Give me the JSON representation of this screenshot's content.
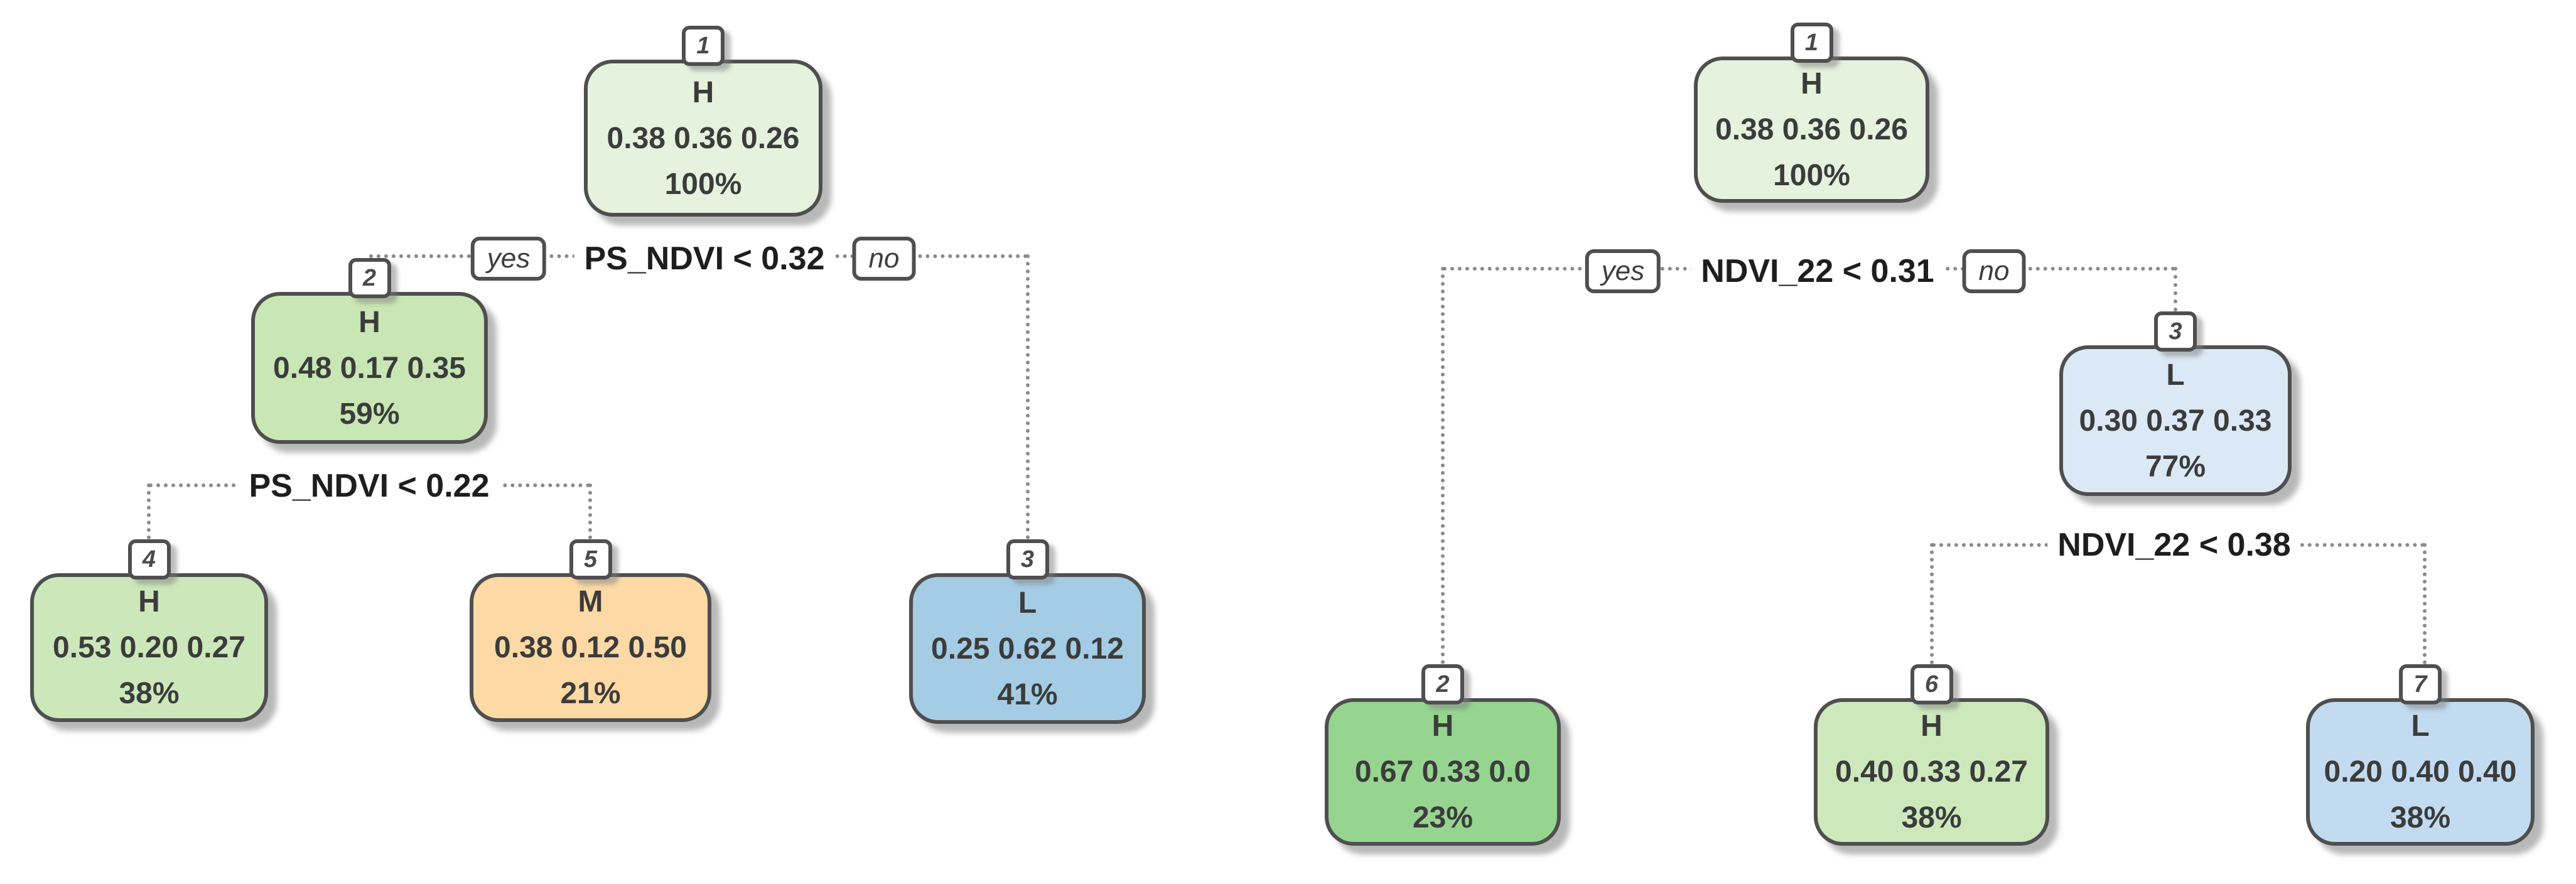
{
  "figure": {
    "background": "#ffffff",
    "description": "Two rpart-style classification tree diagrams; each node shows predicted class (H/M/L), class probabilities and coverage percent",
    "connector_color": "#8a8a8a",
    "node_border_color": "#4f4f4f"
  },
  "trees": [
    {
      "name": "left-tree",
      "splits": [
        {
          "condition": "PS_NDVI < 0.32",
          "yes_label": "yes",
          "no_label": "no"
        },
        {
          "condition": "PS_NDVI < 0.22"
        }
      ],
      "nodes": [
        {
          "id": "1",
          "class_label": "H",
          "probabilities": "0.38 0.36 0.26",
          "coverage": "100%",
          "fill": "#e5f2dd"
        },
        {
          "id": "2",
          "class_label": "H",
          "probabilities": "0.48 0.17 0.35",
          "coverage": "59%",
          "fill": "#c9e6b5"
        },
        {
          "id": "4",
          "class_label": "H",
          "probabilities": "0.53 0.20 0.27",
          "coverage": "38%",
          "fill": "#cce8ba"
        },
        {
          "id": "5",
          "class_label": "M",
          "probabilities": "0.38 0.12 0.50",
          "coverage": "21%",
          "fill": "#fcd9a5"
        },
        {
          "id": "3",
          "class_label": "L",
          "probabilities": "0.25 0.62 0.12",
          "coverage": "41%",
          "fill": "#a4cce5"
        }
      ]
    },
    {
      "name": "right-tree",
      "splits": [
        {
          "condition": "NDVI_22 < 0.31",
          "yes_label": "yes",
          "no_label": "no"
        },
        {
          "condition": "NDVI_22 < 0.38"
        }
      ],
      "nodes": [
        {
          "id": "1",
          "class_label": "H",
          "probabilities": "0.38 0.36 0.26",
          "coverage": "100%",
          "fill": "#e5f2dd"
        },
        {
          "id": "3",
          "class_label": "L",
          "probabilities": "0.30 0.37 0.33",
          "coverage": "77%",
          "fill": "#dbe9f6"
        },
        {
          "id": "2",
          "class_label": "H",
          "probabilities": "0.67 0.33 0.0",
          "coverage": "23%",
          "fill": "#95d590"
        },
        {
          "id": "6",
          "class_label": "H",
          "probabilities": "0.40 0.33 0.27",
          "coverage": "38%",
          "fill": "#cde9bc"
        },
        {
          "id": "7",
          "class_label": "L",
          "probabilities": "0.20 0.40 0.40",
          "coverage": "38%",
          "fill": "#c2dbf0"
        }
      ]
    }
  ]
}
